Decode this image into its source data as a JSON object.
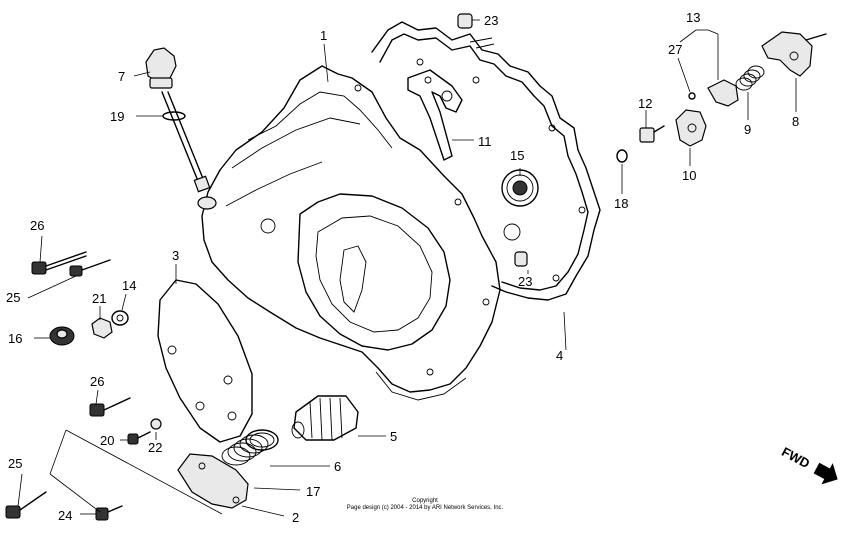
{
  "callouts": {
    "c1": "1",
    "c2": "2",
    "c3": "3",
    "c4": "4",
    "c5": "5",
    "c6": "6",
    "c7": "7",
    "c8": "8",
    "c9": "9",
    "c10": "10",
    "c11": "11",
    "c12": "12",
    "c13": "13",
    "c14": "14",
    "c15": "15",
    "c16": "16",
    "c17": "17",
    "c18": "18",
    "c19": "19",
    "c20": "20",
    "c21": "21",
    "c22": "22",
    "c23a": "23",
    "c23b": "23",
    "c24": "24",
    "c25a": "25",
    "c25b": "25",
    "c26a": "26",
    "c26b": "26",
    "c27": "27"
  },
  "copyright": {
    "line1": "Copyright",
    "line2": "Page design (c) 2004 - 2014 by ARI Network Services, Inc."
  },
  "direction": {
    "label": "FWD"
  }
}
